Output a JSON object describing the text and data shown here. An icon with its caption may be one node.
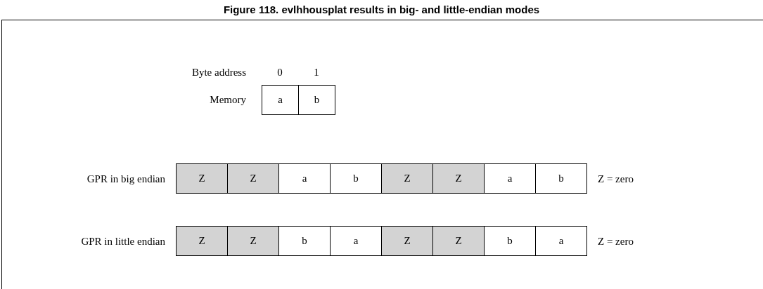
{
  "diagram": {
    "title": "Figure 118. evlhhousplat results in big- and little-endian modes",
    "nodes": [
      {
        "text": [
          "a"
        ]
      },
      {
        "text": [
          "b"
        ]
      },
      {
        "text": [
          "Z"
        ]
      },
      {
        "text": [
          "Z"
        ]
      },
      {
        "text": [
          "a"
        ]
      },
      {
        "text": [
          "b"
        ]
      },
      {
        "text": [
          "Z"
        ]
      },
      {
        "text": [
          "Z"
        ]
      },
      {
        "text": [
          "a"
        ]
      },
      {
        "text": [
          "b"
        ]
      },
      {
        "text": [
          "Z"
        ]
      },
      {
        "text": [
          "Z"
        ]
      },
      {
        "text": [
          "b"
        ]
      },
      {
        "text": [
          "a"
        ]
      },
      {
        "text": [
          "Z"
        ]
      },
      {
        "text": [
          "Z"
        ]
      },
      {
        "text": [
          "b"
        ]
      },
      {
        "text": [
          "a"
        ]
      }
    ],
    "labels": [
      "Byte address",
      "0",
      "1",
      "Memory",
      "GPR in big endian",
      "Z = zero",
      "GPR in little endian",
      "Z = zero"
    ]
  }
}
